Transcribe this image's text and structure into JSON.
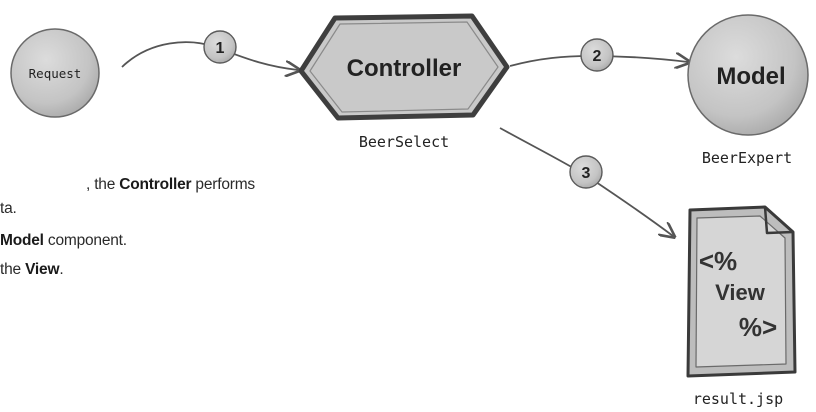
{
  "nodes": {
    "request": {
      "label": "Request"
    },
    "controller": {
      "label": "Controller",
      "caption": "BeerSelect"
    },
    "model": {
      "label": "Model",
      "caption": "BeerExpert"
    },
    "view": {
      "line1": "<%",
      "line2": "View",
      "line3": "%>",
      "caption": "result.jsp"
    }
  },
  "steps": [
    "1",
    "2",
    "3"
  ],
  "notes": {
    "line1": {
      "pre": ", the ",
      "bold": "Controller",
      "post": " performs"
    },
    "line2": {
      "text": "ta."
    },
    "line3": {
      "bold": "Model",
      "post": " component."
    },
    "line4": {
      "pre": "the ",
      "bold": "View",
      "post": "."
    }
  },
  "colors": {
    "shape_fill": "#c6c6c6",
    "shape_stroke": "#4a4a4a",
    "arrow": "#555555",
    "text": "#222222"
  }
}
